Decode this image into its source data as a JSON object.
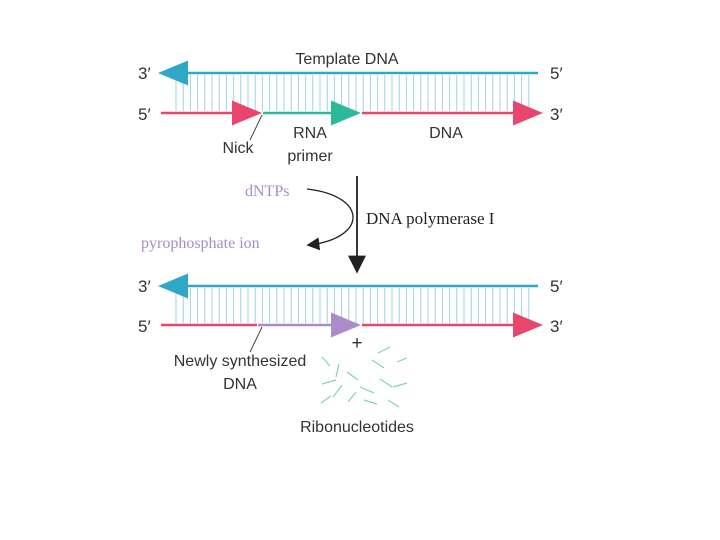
{
  "labels": {
    "template_dna": "Template DNA",
    "end_3prime_top_left": "3′",
    "end_5prime_top_right": "5′",
    "end_5prime_bottom_left": "5′",
    "end_3prime_bottom_right": "3′",
    "nick": "Nick",
    "rna": "RNA",
    "primer": "primer",
    "dna": "DNA",
    "dntps": "dNTPs",
    "dna_polymerase": "DNA polymerase I",
    "pyrophosphate": "pyrophosphate ion",
    "end_3prime_top_left_2": "3′",
    "end_5prime_top_right_2": "5′",
    "end_5prime_bottom_left_2": "5′",
    "end_3prime_bottom_right_2": "3′",
    "plus": "+",
    "newly_synthesized": "Newly synthesized",
    "newly_dna": "DNA",
    "ribonucleotides": "Ribonucleotides"
  },
  "colors": {
    "template_strand": "#2fa8c8",
    "synth_strand": "#e8466e",
    "rna_primer": "#2db89a",
    "new_dna": "#a98cc8",
    "base_pairs": "#9fd3e0",
    "reaction_label": "#a98cc8",
    "ribonucleotide_bits": "#7fd0c8",
    "text": "#333333"
  }
}
